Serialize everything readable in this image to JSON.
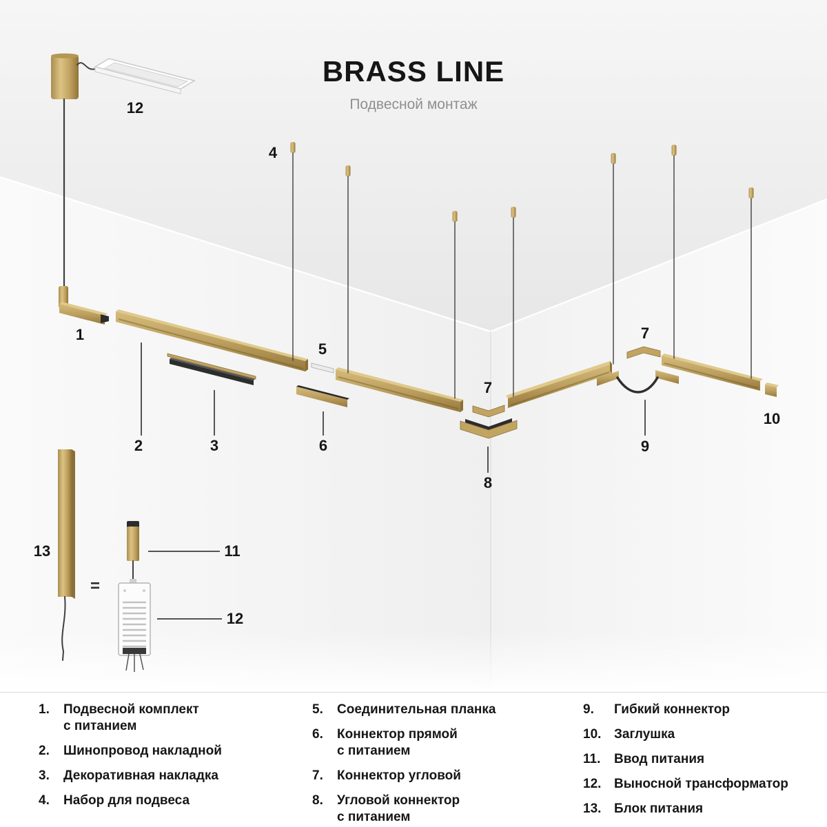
{
  "header": {
    "title": "BRASS LINE",
    "subtitle": "Подвесной монтаж"
  },
  "scene": {
    "colors": {
      "brass": "#c2a462",
      "brass_light": "#dfc98c",
      "brass_dark": "#8a7038",
      "cable": "#3f3f3f",
      "ink": "#1a1a1a"
    },
    "callouts": {
      "profile_transformer": "12",
      "suspension_kit": "4",
      "feed_track": "1",
      "plate": "5",
      "track": "2",
      "cover": "3",
      "straight_connector": "6",
      "corner_connector_mid": "7",
      "corner_connector_power": "8",
      "corner_connector_right": "7",
      "flex_connector": "9",
      "end_cap": "10",
      "power_supply": "13",
      "equals": "=",
      "power_input": "11",
      "transformer": "12"
    }
  },
  "legend": {
    "columns": [
      {
        "items": [
          {
            "num": "1.",
            "label": "Подвесной комплект\nс питанием"
          },
          {
            "num": "2.",
            "label": "Шинопровод накладной"
          },
          {
            "num": "3.",
            "label": "Декоративная накладка"
          },
          {
            "num": "4.",
            "label": "Набор для подвеса"
          }
        ]
      },
      {
        "items": [
          {
            "num": "5.",
            "label": "Соединительная планка"
          },
          {
            "num": "6.",
            "label": "Коннектор прямой\nс питанием"
          },
          {
            "num": "7.",
            "label": "Коннектор угловой"
          },
          {
            "num": "8.",
            "label": "Угловой коннектор\nс питанием"
          }
        ]
      },
      {
        "items": [
          {
            "num": "9.",
            "label": "Гибкий коннектор"
          },
          {
            "num": "10.",
            "label": "Заглушка"
          },
          {
            "num": "11.",
            "label": "Ввод питания"
          },
          {
            "num": "12.",
            "label": "Выносной трансформатор"
          },
          {
            "num": "13.",
            "label": "Блок питания"
          }
        ]
      }
    ]
  }
}
